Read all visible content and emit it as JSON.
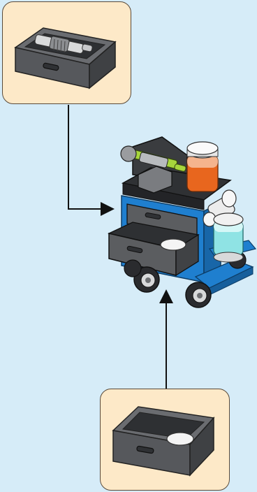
{
  "figure": {
    "description_visible_text": "",
    "callouts": [
      {
        "id": "top",
        "part": "drawer-with-syringe",
        "target": "upper-drawer"
      },
      {
        "id": "bottom",
        "part": "drawer-with-white-dish",
        "target": "lower-drawer"
      }
    ],
    "colors": {
      "background": "#d6ecf8",
      "callout_fill": "#fde9c8",
      "callout_border": "#5a4a3a",
      "cart_blue": "#1f7fcf",
      "drawer_gray": "#5b5d60",
      "dark_gray": "#3a3c3f",
      "lime": "#a7d63c",
      "orange_liquid": "#e8661e",
      "cyan_liquid": "#8fe3e4",
      "arrow": "#111111"
    }
  }
}
